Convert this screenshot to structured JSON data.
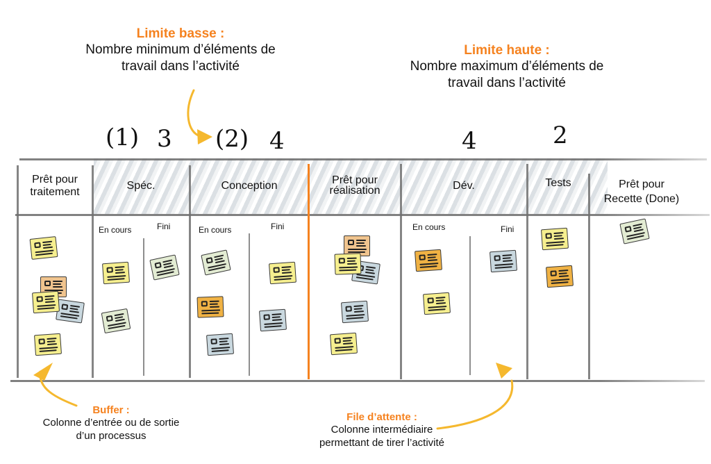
{
  "annotations": {
    "lower_limit": {
      "title": "Limite basse :",
      "line1": "Nombre minimum d’éléments de",
      "line2": "travail dans l’activité"
    },
    "upper_limit": {
      "title": "Limite haute :",
      "line1": "Nombre maximum d’éléments de",
      "line2": "travail dans l’activité"
    },
    "buffer": {
      "title": "Buffer :",
      "line1": "Colonne d’entrée ou de sortie",
      "line2": "d’un processus"
    },
    "queue": {
      "title": "File d’attente :",
      "line1": "Colonne intermédiaire",
      "line2": "permettant de tirer l’activité"
    }
  },
  "limits": {
    "spec_min": "(1)",
    "spec_max": "3",
    "conception_min": "(2)",
    "conception_max": "4",
    "dev_max": "4",
    "tests_max": "2"
  },
  "columns": [
    {
      "id": "ready-processing",
      "label_line1": "Prêt pour",
      "label_line2": "traitement"
    },
    {
      "id": "spec",
      "label_line1": "Spéc.",
      "label_line2": ""
    },
    {
      "id": "conception",
      "label_line1": "Conception",
      "label_line2": ""
    },
    {
      "id": "ready-realisation",
      "label_line1": "Prêt pour",
      "label_line2": "réalisation"
    },
    {
      "id": "dev",
      "label_line1": "Dév.",
      "label_line2": ""
    },
    {
      "id": "tests",
      "label_line1": "Tests",
      "label_line2": ""
    },
    {
      "id": "ready-acceptance",
      "label_line1": "Prêt pour",
      "label_line2": "Recette (Done)"
    }
  ],
  "subcolumns": {
    "in_progress": "En cours",
    "done": "Fini"
  },
  "card_colors": {
    "yellow": "#f6ef8f",
    "orange": "#f0b244",
    "peach": "#f0c48e",
    "blue": "#c9d8df",
    "green": "#e3ecd3"
  },
  "cards": [
    {
      "column": "ready-processing",
      "color": "yellow"
    },
    {
      "column": "ready-processing",
      "color": "peach"
    },
    {
      "column": "ready-processing",
      "color": "blue"
    },
    {
      "column": "ready-processing",
      "color": "yellow"
    },
    {
      "column": "ready-processing",
      "color": "yellow"
    },
    {
      "column": "spec-in-progress",
      "color": "yellow"
    },
    {
      "column": "spec-in-progress",
      "color": "green"
    },
    {
      "column": "spec-done",
      "color": "green"
    },
    {
      "column": "conception-in-progress",
      "color": "green"
    },
    {
      "column": "conception-in-progress",
      "color": "orange"
    },
    {
      "column": "conception-in-progress",
      "color": "blue"
    },
    {
      "column": "conception-done",
      "color": "yellow"
    },
    {
      "column": "conception-done",
      "color": "blue"
    },
    {
      "column": "ready-realisation",
      "color": "peach"
    },
    {
      "column": "ready-realisation",
      "color": "blue"
    },
    {
      "column": "ready-realisation",
      "color": "yellow"
    },
    {
      "column": "ready-realisation",
      "color": "blue"
    },
    {
      "column": "ready-realisation",
      "color": "yellow"
    },
    {
      "column": "dev-in-progress",
      "color": "orange"
    },
    {
      "column": "dev-in-progress",
      "color": "yellow"
    },
    {
      "column": "dev-done",
      "color": "blue"
    },
    {
      "column": "tests",
      "color": "yellow"
    },
    {
      "column": "tests",
      "color": "orange"
    },
    {
      "column": "ready-acceptance",
      "color": "green"
    }
  ],
  "colors": {
    "accent_orange": "#f5821f",
    "arrow_yellow": "#f5b82e",
    "grid_gray": "#6b6b6b"
  }
}
